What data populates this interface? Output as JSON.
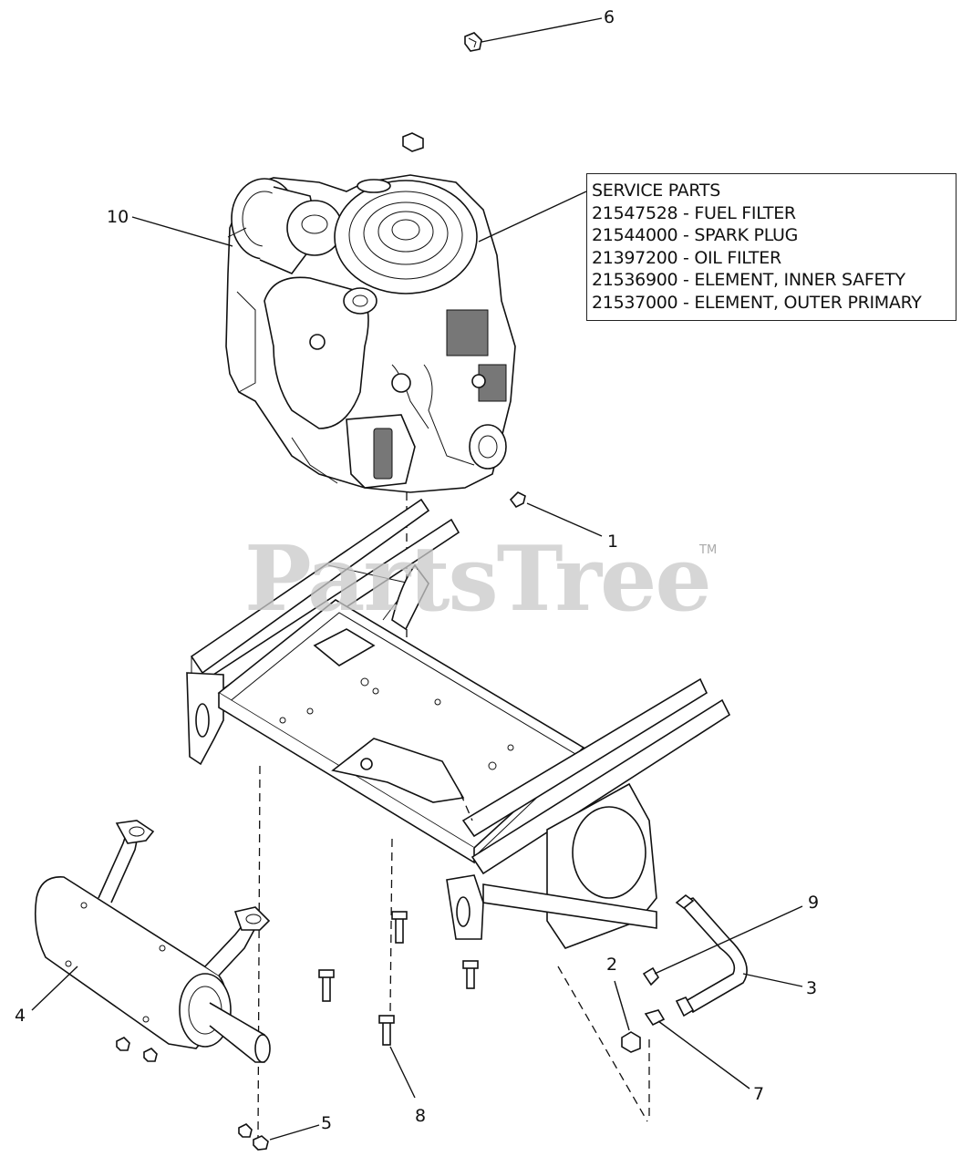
{
  "service_parts": {
    "title": "SERVICE PARTS",
    "items": [
      "21547528 - FUEL FILTER",
      "21544000 - SPARK PLUG",
      "21397200 - OIL FILTER",
      "21536900 - ELEMENT, INNER SAFETY",
      "21537000 - ELEMENT, OUTER PRIMARY"
    ]
  },
  "callouts": {
    "c1": "1",
    "c2": "2",
    "c3": "3",
    "c4": "4",
    "c5": "5",
    "c6": "6",
    "c7": "7",
    "c8": "8",
    "c9": "9",
    "c10": "10"
  },
  "watermark": {
    "text": "PartsTree",
    "tm": "TM"
  }
}
